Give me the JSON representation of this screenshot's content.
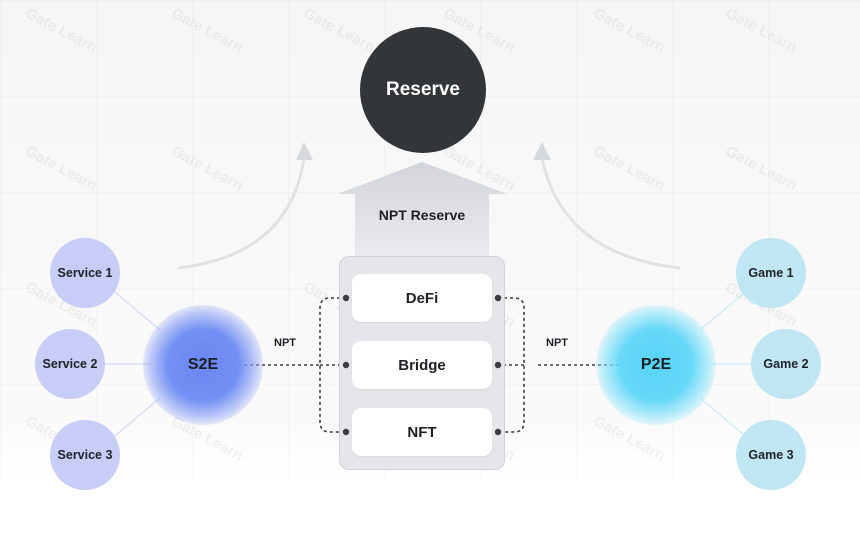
{
  "reserve": "Reserve",
  "npt_reserve": "NPT Reserve",
  "services": [
    "Service 1",
    "Service 2",
    "Service 3"
  ],
  "games": [
    "Game 1",
    "Game 2",
    "Game 3"
  ],
  "hubs": {
    "left": "S2E",
    "right": "P2E"
  },
  "bridge_items": [
    "DeFi",
    "Bridge",
    "NFT"
  ],
  "flow_labels": {
    "left": "NPT",
    "right": "NPT"
  },
  "watermark": "Gate Learn",
  "colors": {
    "reserve": "#333638",
    "service_node": "#c7cdf7",
    "game_node": "#bfe6f2",
    "s2e_hub": "#7390f4",
    "p2e_hub": "#67d8f8",
    "panel": "#e4e6e9"
  }
}
